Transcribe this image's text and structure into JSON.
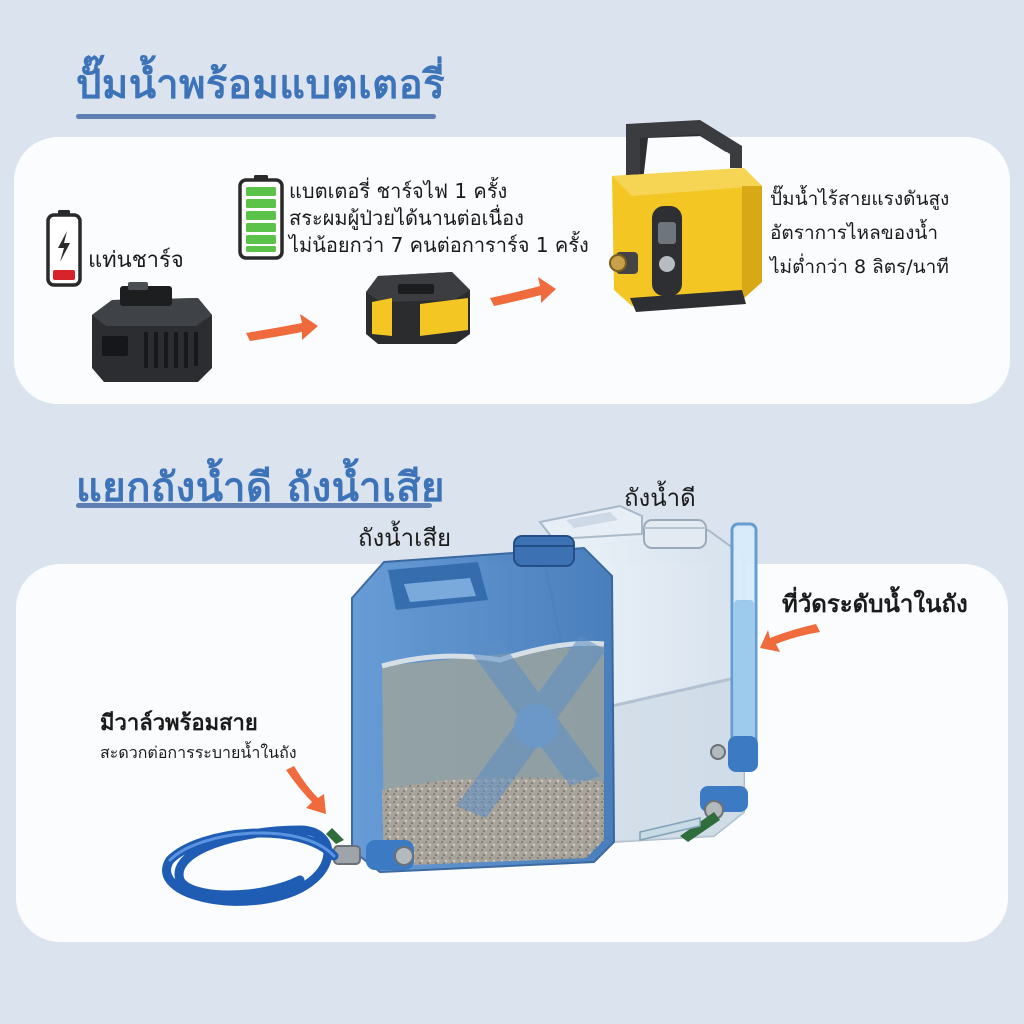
{
  "section1": {
    "title": "ปั๊มน้ำพร้อมแบตเตอรี่",
    "charger_label": "แท่นชาร์จ",
    "battery_text": {
      "line1": "แบตเตอรี่ ชาร์จไฟ 1 ครั้ง",
      "line2": "สระผมผู้ป่วยได้นานต่อเนื่อง",
      "line3": "ไม่น้อยกว่า 7 คนต่อการาร์จ 1 ครั้ง"
    },
    "pump_text": {
      "line1": "ปั๊มน้ำไร้สายแรงดันสูง",
      "line2": "อัตราการไหลของน้ำ",
      "line3": "ไม่ต่ำกว่า 8 ลิตร/นาที"
    }
  },
  "section2": {
    "title": "แยกถังน้ำดี ถังน้ำเสีย",
    "clean_tank_label": "ถังน้ำดี",
    "waste_tank_label": "ถังน้ำเสีย",
    "level_gauge_label": "ที่วัดระดับน้ำในถัง",
    "valve_title": "มีวาล์วพร้อมสาย",
    "valve_subtitle": "สะดวกต่อการระบายน้ำในถัง"
  },
  "colors": {
    "title_blue": "#3d73b8",
    "arrow": "#ef6a3c",
    "battery_green": "#5cc34a",
    "battery_red": "#d8232a",
    "pump_yellow": "#f3c623",
    "waste_tank_blue": "#4a84c6",
    "hose_blue": "#1f5db5"
  },
  "icons": [
    "lightning-icon",
    "arrow-right-icon",
    "battery-full-icon",
    "battery-low-icon"
  ]
}
